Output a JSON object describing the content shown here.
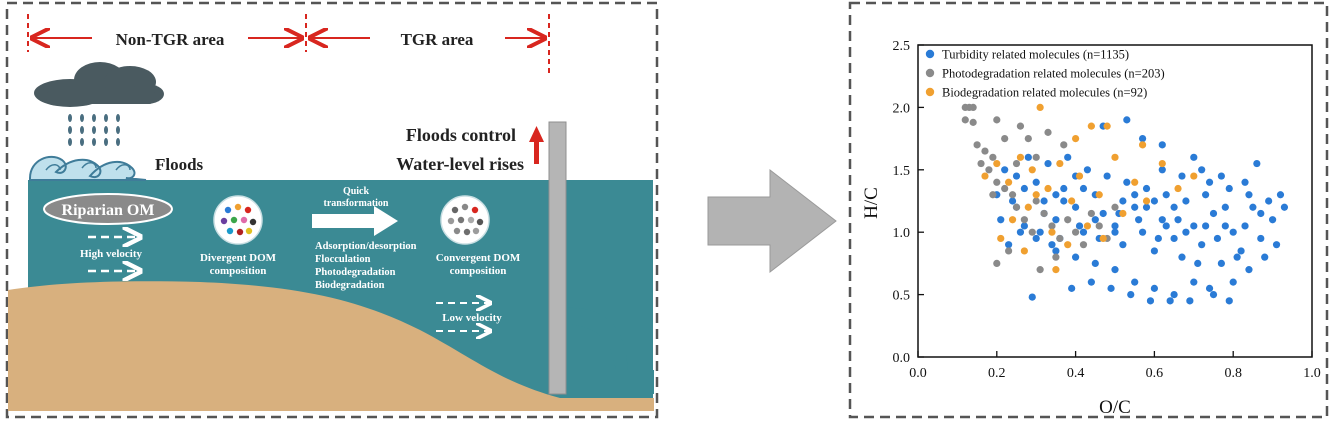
{
  "left_panel": {
    "region_non_tgr": "Non-TGR area",
    "region_tgr": "TGR area",
    "floods": "Floods",
    "floods_control": "Floods control",
    "water_level_rises": "Water-level rises",
    "riparian_om": "Riparian OM",
    "high_velocity": "High velocity",
    "divergent_line1": "Divergent DOM",
    "divergent_line2": "composition",
    "quick_line1": "Quick",
    "quick_line2": "transformation",
    "processes": [
      "Adsorption/desorption",
      "Flocculation",
      "Photodegradation",
      "Biodegradation"
    ],
    "convergent_line1": "Convergent DOM",
    "convergent_line2": "composition",
    "low_velocity": "Low velocity",
    "colors": {
      "water": "#3b8a94",
      "sediment": "#d8b07e",
      "cloud": "#4a5a60",
      "arrow_red": "#d8261f",
      "dam": "#b5b5b5"
    }
  },
  "chart_data": {
    "type": "scatter",
    "xlabel": "O/C",
    "ylabel": "H/C",
    "xlim": [
      0.0,
      1.0
    ],
    "ylim": [
      0.0,
      2.5
    ],
    "xticks": [
      "0.0",
      "0.2",
      "0.4",
      "0.6",
      "0.8",
      "1.0"
    ],
    "yticks": [
      "0.0",
      "0.5",
      "1.0",
      "1.5",
      "2.0",
      "2.5"
    ],
    "grid": false,
    "legend_position": "top-left",
    "series": [
      {
        "name": "Turbidity related molecules (n=1135)",
        "color": "#2a7bd6",
        "points": [
          [
            0.2,
            1.3
          ],
          [
            0.22,
            1.5
          ],
          [
            0.25,
            1.2
          ],
          [
            0.27,
            1.05
          ],
          [
            0.3,
            1.4
          ],
          [
            0.32,
            1.25
          ],
          [
            0.35,
            1.1
          ],
          [
            0.37,
            1.35
          ],
          [
            0.4,
            1.2
          ],
          [
            0.42,
            1.0
          ],
          [
            0.45,
            1.3
          ],
          [
            0.47,
            1.15
          ],
          [
            0.5,
            1.05
          ],
          [
            0.52,
            0.9
          ],
          [
            0.55,
            1.2
          ],
          [
            0.57,
            1.0
          ],
          [
            0.6,
            0.85
          ],
          [
            0.62,
            1.1
          ],
          [
            0.65,
            0.95
          ],
          [
            0.67,
            0.8
          ],
          [
            0.7,
            1.05
          ],
          [
            0.72,
            0.9
          ],
          [
            0.75,
            1.15
          ],
          [
            0.77,
            0.75
          ],
          [
            0.8,
            1.0
          ],
          [
            0.82,
            0.85
          ],
          [
            0.85,
            1.2
          ],
          [
            0.87,
            0.95
          ],
          [
            0.9,
            1.1
          ],
          [
            0.92,
            1.3
          ],
          [
            0.93,
            1.2
          ],
          [
            0.55,
            0.6
          ],
          [
            0.6,
            0.55
          ],
          [
            0.65,
            0.5
          ],
          [
            0.7,
            0.6
          ],
          [
            0.75,
            0.5
          ],
          [
            0.8,
            0.6
          ],
          [
            0.5,
            0.7
          ],
          [
            0.45,
            0.75
          ],
          [
            0.4,
            0.8
          ],
          [
            0.35,
            0.85
          ],
          [
            0.3,
            0.95
          ],
          [
            0.25,
            1.45
          ],
          [
            0.28,
            1.6
          ],
          [
            0.33,
            1.55
          ],
          [
            0.38,
            1.6
          ],
          [
            0.43,
            1.5
          ],
          [
            0.48,
            1.45
          ],
          [
            0.53,
            1.4
          ],
          [
            0.58,
            1.35
          ],
          [
            0.63,
            1.3
          ],
          [
            0.68,
            1.25
          ],
          [
            0.73,
            1.3
          ],
          [
            0.78,
            1.2
          ],
          [
            0.83,
            1.4
          ],
          [
            0.86,
            1.55
          ],
          [
            0.47,
            1.85
          ],
          [
            0.53,
            1.9
          ],
          [
            0.62,
            1.7
          ],
          [
            0.7,
            1.6
          ],
          [
            0.57,
            1.75
          ],
          [
            0.26,
            1.0
          ],
          [
            0.31,
            1.0
          ],
          [
            0.36,
            0.95
          ],
          [
            0.41,
            1.05
          ],
          [
            0.46,
            0.95
          ],
          [
            0.51,
            1.15
          ],
          [
            0.56,
            1.1
          ],
          [
            0.61,
            0.95
          ],
          [
            0.66,
            1.1
          ],
          [
            0.71,
            0.75
          ],
          [
            0.76,
            0.95
          ],
          [
            0.81,
            0.8
          ],
          [
            0.84,
            0.7
          ],
          [
            0.88,
            0.8
          ],
          [
            0.91,
            0.9
          ],
          [
            0.59,
            0.45
          ],
          [
            0.64,
            0.45
          ],
          [
            0.69,
            0.45
          ],
          [
            0.74,
            0.55
          ],
          [
            0.79,
            0.45
          ],
          [
            0.29,
            0.48
          ],
          [
            0.39,
            0.55
          ],
          [
            0.44,
            0.6
          ],
          [
            0.49,
            0.55
          ],
          [
            0.54,
            0.5
          ],
          [
            0.34,
            0.9
          ],
          [
            0.24,
            1.25
          ],
          [
            0.21,
            1.1
          ],
          [
            0.23,
            0.9
          ],
          [
            0.27,
            1.35
          ],
          [
            0.32,
            1.15
          ],
          [
            0.37,
            1.25
          ],
          [
            0.42,
            1.35
          ],
          [
            0.52,
            1.25
          ],
          [
            0.58,
            1.2
          ],
          [
            0.63,
            1.05
          ],
          [
            0.68,
            1.0
          ],
          [
            0.73,
            1.05
          ],
          [
            0.78,
            1.05
          ],
          [
            0.83,
            1.05
          ],
          [
            0.87,
            1.15
          ],
          [
            0.55,
            1.3
          ],
          [
            0.6,
            1.25
          ],
          [
            0.65,
            1.2
          ],
          [
            0.5,
            1.0
          ],
          [
            0.45,
            1.1
          ],
          [
            0.4,
            1.45
          ],
          [
            0.35,
            1.3
          ],
          [
            0.74,
            1.4
          ],
          [
            0.79,
            1.35
          ],
          [
            0.84,
            1.3
          ],
          [
            0.89,
            1.25
          ],
          [
            0.62,
            1.5
          ],
          [
            0.67,
            1.45
          ],
          [
            0.72,
            1.5
          ],
          [
            0.77,
            1.45
          ]
        ]
      },
      {
        "name": "Photodegradation related molecules (n=203)",
        "color": "#8a8a8a",
        "points": [
          [
            0.12,
            2.0
          ],
          [
            0.13,
            2.0
          ],
          [
            0.14,
            2.0
          ],
          [
            0.12,
            1.9
          ],
          [
            0.14,
            1.88
          ],
          [
            0.15,
            1.7
          ],
          [
            0.17,
            1.65
          ],
          [
            0.16,
            1.55
          ],
          [
            0.18,
            1.5
          ],
          [
            0.19,
            1.6
          ],
          [
            0.2,
            1.4
          ],
          [
            0.22,
            1.35
          ],
          [
            0.24,
            1.3
          ],
          [
            0.25,
            1.2
          ],
          [
            0.27,
            1.1
          ],
          [
            0.29,
            1.0
          ],
          [
            0.3,
            1.25
          ],
          [
            0.32,
            1.15
          ],
          [
            0.34,
            1.05
          ],
          [
            0.36,
            0.95
          ],
          [
            0.38,
            1.1
          ],
          [
            0.4,
            1.0
          ],
          [
            0.42,
            0.9
          ],
          [
            0.44,
            1.15
          ],
          [
            0.46,
            1.05
          ],
          [
            0.48,
            0.95
          ],
          [
            0.5,
            1.2
          ],
          [
            0.2,
            0.75
          ],
          [
            0.23,
            0.85
          ],
          [
            0.31,
            0.7
          ],
          [
            0.35,
            0.8
          ],
          [
            0.26,
            1.85
          ],
          [
            0.28,
            1.75
          ],
          [
            0.33,
            1.8
          ],
          [
            0.37,
            1.7
          ],
          [
            0.22,
            1.75
          ],
          [
            0.2,
            1.9
          ],
          [
            0.3,
            1.6
          ],
          [
            0.25,
            1.55
          ],
          [
            0.19,
            1.3
          ]
        ]
      },
      {
        "name": "Biodegradation related molecules (n=92)",
        "color": "#f0a030",
        "points": [
          [
            0.17,
            1.45
          ],
          [
            0.2,
            1.55
          ],
          [
            0.23,
            1.4
          ],
          [
            0.26,
            1.6
          ],
          [
            0.29,
            1.5
          ],
          [
            0.31,
            2.0
          ],
          [
            0.33,
            1.35
          ],
          [
            0.36,
            1.55
          ],
          [
            0.39,
            1.25
          ],
          [
            0.41,
            1.45
          ],
          [
            0.44,
            1.85
          ],
          [
            0.46,
            1.3
          ],
          [
            0.48,
            1.85
          ],
          [
            0.5,
            1.6
          ],
          [
            0.52,
            1.15
          ],
          [
            0.55,
            1.4
          ],
          [
            0.58,
            1.25
          ],
          [
            0.62,
            1.55
          ],
          [
            0.66,
            1.35
          ],
          [
            0.7,
            1.45
          ],
          [
            0.24,
            1.1
          ],
          [
            0.28,
            1.2
          ],
          [
            0.34,
            1.0
          ],
          [
            0.38,
            0.9
          ],
          [
            0.43,
            1.05
          ],
          [
            0.47,
            0.95
          ],
          [
            0.21,
            0.95
          ],
          [
            0.27,
            0.85
          ],
          [
            0.35,
            0.7
          ],
          [
            0.4,
            1.75
          ],
          [
            0.3,
            1.3
          ],
          [
            0.57,
            1.7
          ]
        ]
      }
    ]
  }
}
